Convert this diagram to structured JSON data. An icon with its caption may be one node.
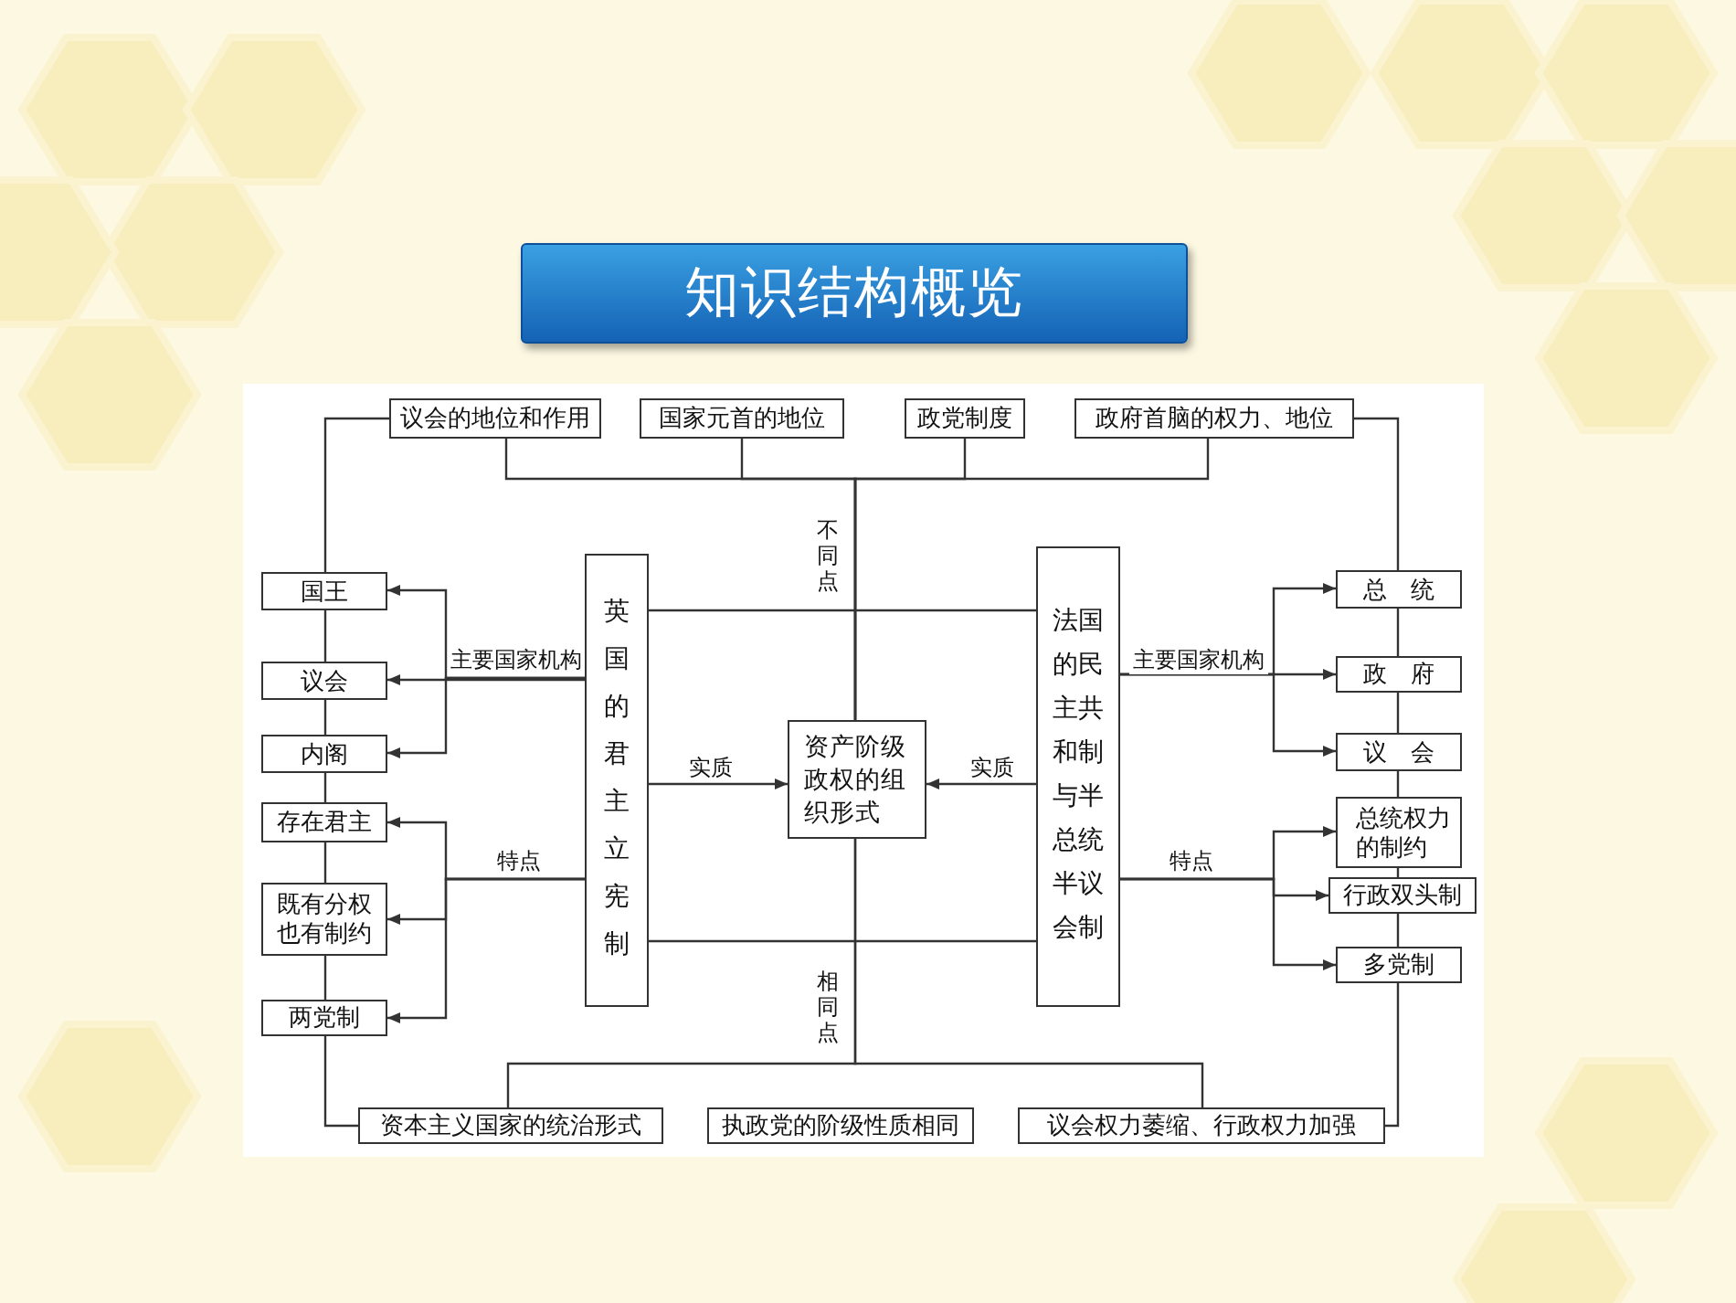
{
  "diagram": {
    "title": "知识结构概览",
    "nodes": [
      {
        "text": [
          "议会的地位和作用"
        ]
      },
      {
        "text": [
          "国家元首的地位"
        ]
      },
      {
        "text": [
          "政党制度"
        ]
      },
      {
        "text": [
          "政府首脑的权力、地位"
        ]
      },
      {
        "text": [
          "国王"
        ]
      },
      {
        "text": [
          "议会"
        ]
      },
      {
        "text": [
          "内阁"
        ]
      },
      {
        "text": [
          "存在君主"
        ]
      },
      {
        "text": [
          "既有分权也有制约"
        ]
      },
      {
        "text": [
          "两党制"
        ]
      },
      {
        "text": [
          "英国的君主立宪制"
        ]
      },
      {
        "text": [
          "资产阶级政权的组织形式"
        ]
      },
      {
        "text": [
          "法国的民主共和制与半总统半议会制"
        ]
      },
      {
        "text": [
          "总　统"
        ]
      },
      {
        "text": [
          "政　府"
        ]
      },
      {
        "text": [
          "议　会"
        ]
      },
      {
        "text": [
          "总统权力的制约"
        ]
      },
      {
        "text": [
          "行政双头制"
        ]
      },
      {
        "text": [
          "多党制"
        ]
      },
      {
        "text": [
          "资本主义国家的统治形式"
        ]
      },
      {
        "text": [
          "执政党的阶级性质相同"
        ]
      },
      {
        "text": [
          "议会权力萎缩、行政权力加强"
        ]
      }
    ],
    "edges": [
      {
        "from": 10,
        "to": 4,
        "arrow": "to"
      },
      {
        "from": 10,
        "to": 5,
        "arrow": "to",
        "label": "主要国家机构"
      },
      {
        "from": 10,
        "to": 6,
        "arrow": "to"
      },
      {
        "from": 10,
        "to": 7,
        "arrow": "to"
      },
      {
        "from": 10,
        "to": 8,
        "arrow": "to",
        "label": "特点"
      },
      {
        "from": 10,
        "to": 9,
        "arrow": "to"
      },
      {
        "from": 12,
        "to": 13,
        "arrow": "to"
      },
      {
        "from": 12,
        "to": 14,
        "arrow": "to",
        "label": "主要国家机构"
      },
      {
        "from": 12,
        "to": 15,
        "arrow": "to"
      },
      {
        "from": 12,
        "to": 16,
        "arrow": "to"
      },
      {
        "from": 12,
        "to": 17,
        "arrow": "to",
        "label": "特点"
      },
      {
        "from": 12,
        "to": 18,
        "arrow": "to"
      },
      {
        "from": 10,
        "to": 11,
        "arrow": "to",
        "label": "实质"
      },
      {
        "from": 12,
        "to": 11,
        "arrow": "to",
        "label": "实质"
      },
      {
        "from": 11,
        "to": 0,
        "arrow": "none",
        "label": "不同点"
      },
      {
        "from": 11,
        "to": 1,
        "arrow": "none"
      },
      {
        "from": 11,
        "to": 2,
        "arrow": "none"
      },
      {
        "from": 11,
        "to": 3,
        "arrow": "none"
      },
      {
        "from": 11,
        "to": 19,
        "arrow": "none",
        "label": "相同点"
      },
      {
        "from": 11,
        "to": 21,
        "arrow": "none"
      },
      {
        "from": 10,
        "to": 12,
        "arrow": "none"
      },
      {
        "from": 10,
        "to": 12,
        "arrow": "none"
      },
      {
        "from": 0,
        "to": 4,
        "arrow": "none"
      },
      {
        "from": 4,
        "to": 5,
        "arrow": "none"
      },
      {
        "from": 5,
        "to": 6,
        "arrow": "none"
      },
      {
        "from": 6,
        "to": 7,
        "arrow": "none"
      },
      {
        "from": 7,
        "to": 8,
        "arrow": "none"
      },
      {
        "from": 8,
        "to": 9,
        "arrow": "none"
      },
      {
        "from": 9,
        "to": 19,
        "arrow": "none"
      },
      {
        "from": 3,
        "to": 13,
        "arrow": "none"
      },
      {
        "from": 13,
        "to": 14,
        "arrow": "none"
      },
      {
        "from": 14,
        "to": 15,
        "arrow": "none"
      },
      {
        "from": 15,
        "to": 16,
        "arrow": "none"
      },
      {
        "from": 16,
        "to": 17,
        "arrow": "none"
      },
      {
        "from": 17,
        "to": 18,
        "arrow": "none"
      },
      {
        "from": 18,
        "to": 21,
        "arrow": "none"
      }
    ]
  }
}
